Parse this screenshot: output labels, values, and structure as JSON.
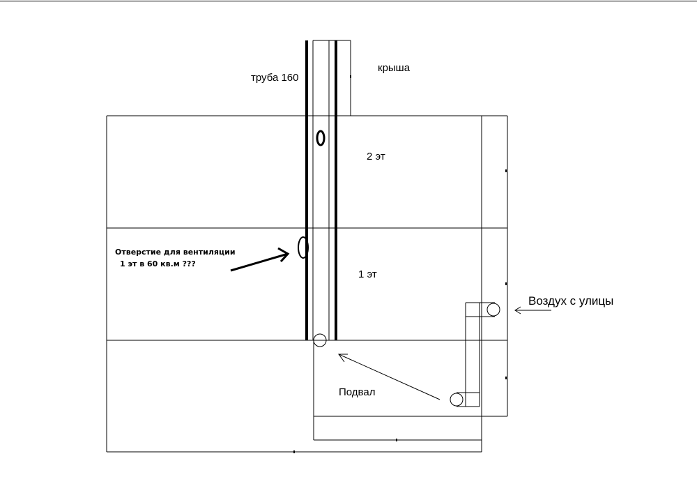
{
  "labels": {
    "pipe": "труба 160",
    "roof": "крыша",
    "floor2": "2 эт",
    "floor1": "1 эт",
    "basement": "Подвал",
    "outside_air": "Воздух с улицы",
    "vent_note_line1": "Отверстие для вентиляции",
    "vent_note_line2": "1 эт в 60 кв.м ???"
  },
  "colors": {
    "stroke": "#000000",
    "background": "#ffffff"
  }
}
